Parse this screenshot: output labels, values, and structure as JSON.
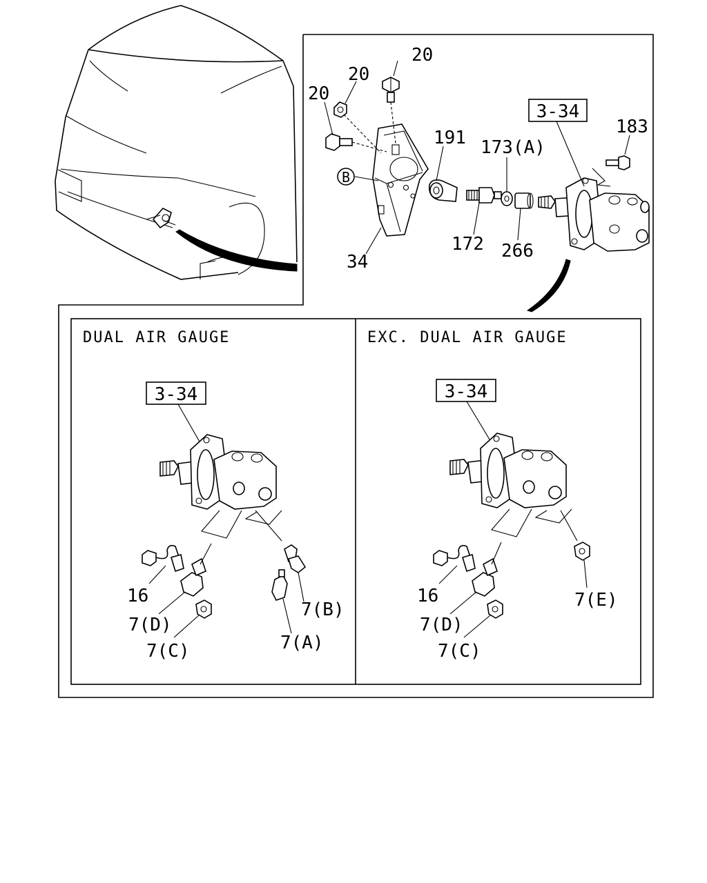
{
  "sections": {
    "dual": "DUAL AIR GAUGE",
    "exc": "EXC. DUAL AIR GAUGE"
  },
  "refs": {
    "top": "3-34",
    "dual": "3-34",
    "exc": "3-34"
  },
  "callout_b": "B",
  "top_labels": {
    "l20a": "20",
    "l20b": "20",
    "l20c": "20",
    "l191": "191",
    "l173a": "173(A)",
    "l183": "183",
    "l172": "172",
    "l266": "266",
    "l34": "34"
  },
  "dual_labels": {
    "l16": "16",
    "l7d": "7(D)",
    "l7c": "7(C)",
    "l7b": "7(B)",
    "l7a": "7(A)"
  },
  "exc_labels": {
    "l16": "16",
    "l7d": "7(D)",
    "l7c": "7(C)",
    "l7e": "7(E)"
  }
}
